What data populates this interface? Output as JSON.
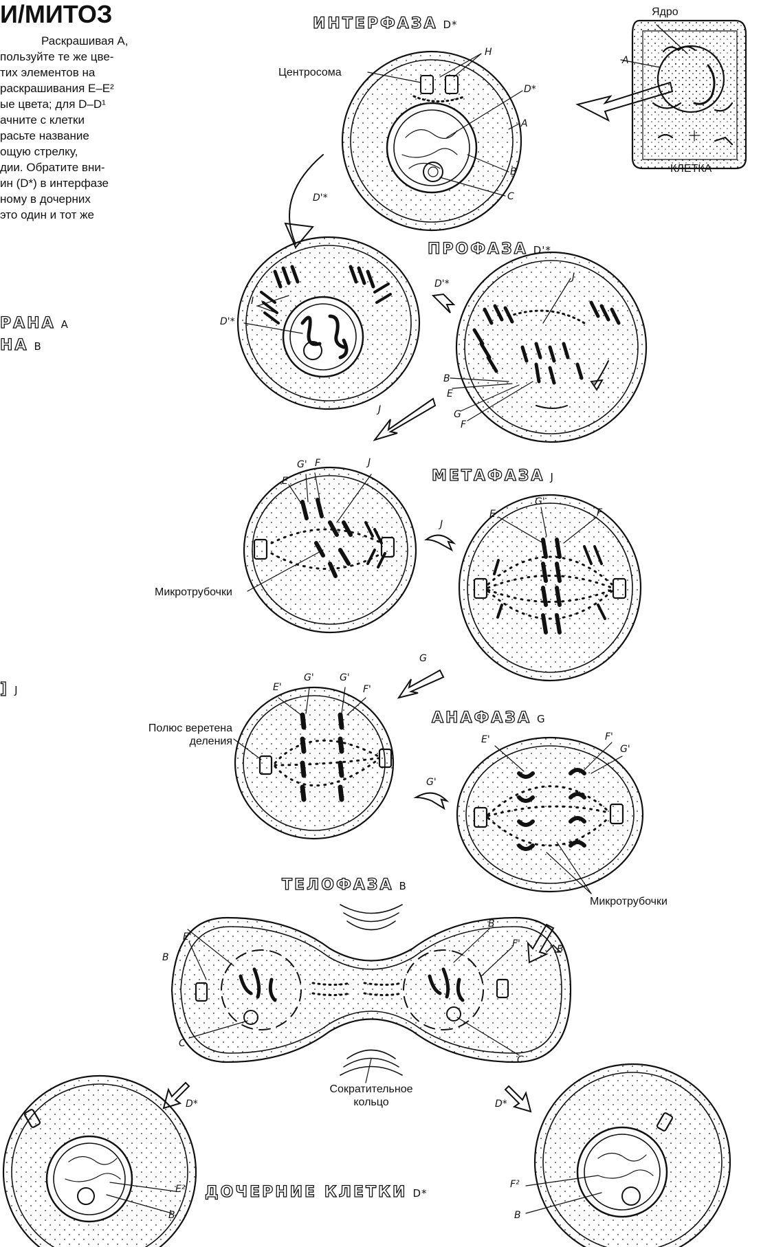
{
  "title": "И/МИТОЗ",
  "intro_lines": [
    "Раскрашивая А,",
    "пользуйте те же цве-",
    "тих элементов на",
    "раскрашивания E–E²",
    "ые цвета; для D–D¹",
    "ачните с клетки",
    "расьте название",
    "ощую стрелку,",
    "дии. Обратите вни-",
    "ин (D*) в интерфазе",
    "ному в дочерних",
    "это один и тот же"
  ],
  "left_legend": [
    {
      "text": "РАНА",
      "letter": "A"
    },
    {
      "text": "НА",
      "letter": "B"
    },
    {
      "text": "]",
      "letter": "J"
    }
  ],
  "phases": {
    "interphase": {
      "name": "ИНТЕРФАЗА",
      "letter": "D*"
    },
    "prophase": {
      "name": "ПРОФАЗА",
      "letter": "D'*"
    },
    "metaphase": {
      "name": "МЕТАФАЗА",
      "letter": "J"
    },
    "anaphase": {
      "name": "АНАФАЗА",
      "letter": "G"
    },
    "telophase": {
      "name": "ТЕЛОФАЗА",
      "letter": "B"
    },
    "daughter": {
      "name": "ДОЧЕРНИЕ КЛЕТКИ",
      "letter": "D*"
    }
  },
  "labels": {
    "nucleus": "Ядро",
    "cell": "КЛЕТКА",
    "centrosome": "Центросома",
    "microtubules": "Микротрубочки",
    "spindle_pole": "Полюс веретена деления",
    "contractile_ring_1": "Сократительное",
    "contractile_ring_2": "кольцо"
  },
  "letters": {
    "A": "A",
    "B": "B",
    "C": "C",
    "H": "H",
    "I": "I",
    "J": "J",
    "E": "E",
    "F": "F",
    "G": "G",
    "D_star": "D*",
    "D1_star": "D'*",
    "G1": "G'",
    "E1": "E'",
    "F1": "F'",
    "E2": "E²",
    "F2": "F²"
  }
}
